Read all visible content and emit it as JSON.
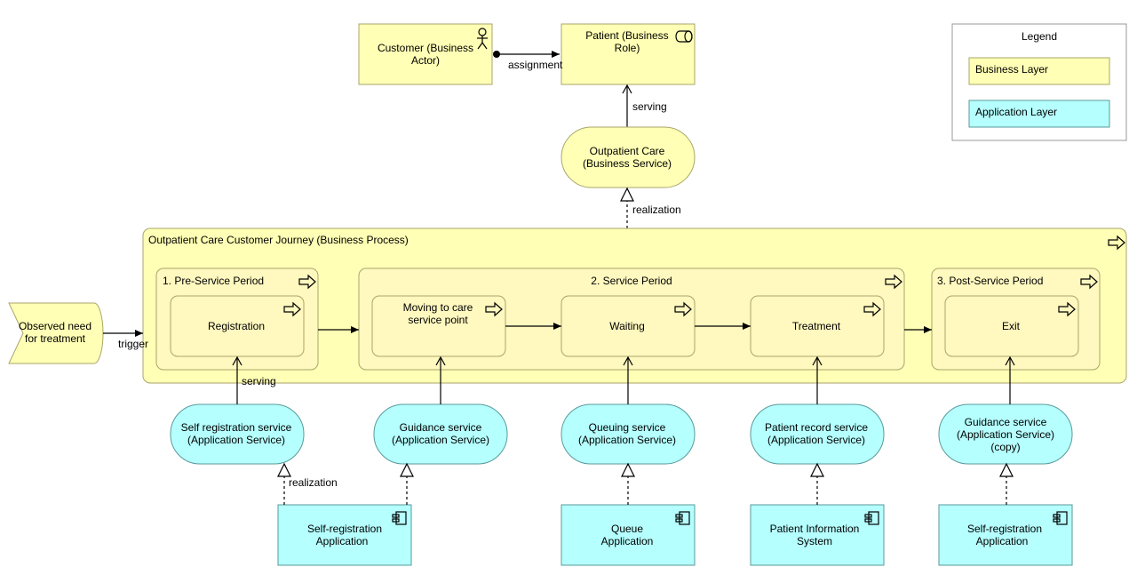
{
  "actor": {
    "line1": "Customer (Business",
    "line2": "Actor)"
  },
  "role": {
    "line1": "Patient (Business",
    "line2": "Role)"
  },
  "relations": {
    "assignment": "assignment",
    "serving_top": "serving",
    "realization_top": "realization",
    "trigger": "trigger",
    "serving_bottom": "serving",
    "realization_bottom": "realization"
  },
  "outpatient_service": {
    "line1": "Outpatient Care",
    "line2": "(Business Service)"
  },
  "process": {
    "title": "Outpatient Care Customer Journey (Business Process)"
  },
  "event": {
    "line1": "Observed need",
    "line2": "for treatment"
  },
  "periods": {
    "pre": "1. Pre-Service Period",
    "service": "2. Service Period",
    "post": "3. Post-Service Period"
  },
  "steps": {
    "registration": "Registration",
    "moving_line1": "Moving to care",
    "moving_line2": "service point",
    "waiting": "Waiting",
    "treatment": "Treatment",
    "exit": "Exit"
  },
  "app_services": {
    "self_reg_l1": "Self registration service",
    "self_reg_l2": "(Application Service)",
    "guidance_l1": "Guidance service",
    "guidance_l2": "(Application Service)",
    "queuing_l1": "Queuing service",
    "queuing_l2": "(Application Service)",
    "record_l1": "Patient record service",
    "record_l2": "(Application Service)",
    "guidance2_l1": "Guidance service",
    "guidance2_l2": "(Application Service)",
    "guidance2_l3": "(copy)"
  },
  "components": {
    "selfreg1_l1": "Self-registration",
    "selfreg1_l2": "Application",
    "queue_l1": "Queue",
    "queue_l2": "Application",
    "pis_l1": "Patient Information",
    "pis_l2": "System",
    "selfreg2_l1": "Self-registration",
    "selfreg2_l2": "Application"
  },
  "legend": {
    "title": "Legend",
    "business": "Business Layer",
    "application": "Application Layer"
  },
  "colors": {
    "business_fill": "#ffffb5",
    "application_fill": "#b5ffff"
  }
}
